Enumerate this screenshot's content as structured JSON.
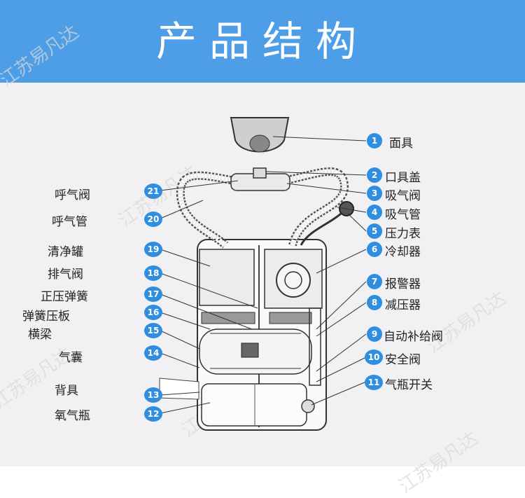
{
  "title": "产品结构",
  "watermark": "江苏易凡达",
  "colors": {
    "banner": "#4d9ee6",
    "badge": "#2f8ee0",
    "panel": "#f1f1f3"
  },
  "parts": [
    {
      "num": "1",
      "label": "面具"
    },
    {
      "num": "2",
      "label": "口具盖"
    },
    {
      "num": "3",
      "label": "吸气阀"
    },
    {
      "num": "4",
      "label": "吸气管"
    },
    {
      "num": "5",
      "label": "压力表"
    },
    {
      "num": "6",
      "label": "冷却器"
    },
    {
      "num": "7",
      "label": "报警器"
    },
    {
      "num": "8",
      "label": "减压器"
    },
    {
      "num": "9",
      "label": "自动补给阀"
    },
    {
      "num": "10",
      "label": "安全阀"
    },
    {
      "num": "11",
      "label": "气瓶开关"
    },
    {
      "num": "12",
      "label": "氧气瓶"
    },
    {
      "num": "13",
      "label": "背具"
    },
    {
      "num": "14",
      "label": "气囊"
    },
    {
      "num": "15",
      "label": "横梁"
    },
    {
      "num": "16",
      "label": "弹簧压板"
    },
    {
      "num": "17",
      "label": "正压弹簧"
    },
    {
      "num": "18",
      "label": "排气阀"
    },
    {
      "num": "19",
      "label": "清净罐"
    },
    {
      "num": "20",
      "label": "呼气管"
    },
    {
      "num": "21",
      "label": "呼气阀"
    }
  ]
}
